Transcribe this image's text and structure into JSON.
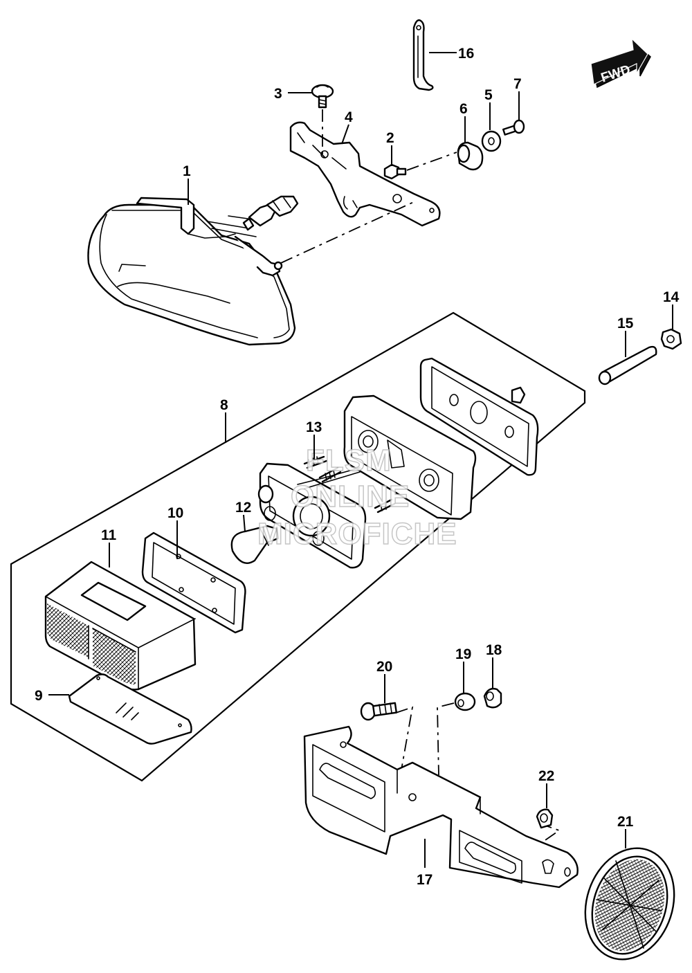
{
  "direction_label": "FWD",
  "watermark": {
    "line1": "FLSM",
    "line2": "ONLINE",
    "line3": "MICROFICHE"
  },
  "callouts": {
    "p1": "1",
    "p2": "2",
    "p3": "3",
    "p4": "4",
    "p5": "5",
    "p6": "6",
    "p7": "7",
    "p8": "8",
    "p9": "9",
    "p10": "10",
    "p11": "11",
    "p12": "12",
    "p13": "13",
    "p14": "14",
    "p15": "15",
    "p16": "16",
    "p17": "17",
    "p18": "18",
    "p19": "19",
    "p20": "20",
    "p21": "21",
    "p22": "22"
  }
}
